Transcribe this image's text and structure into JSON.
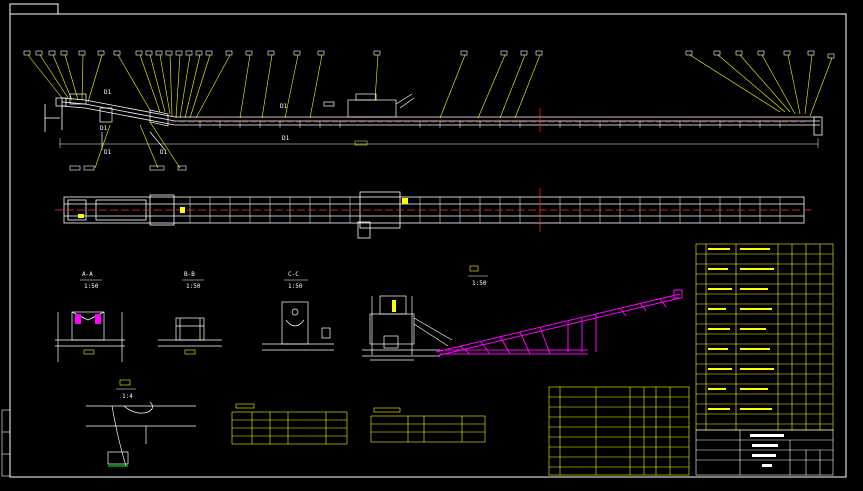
{
  "drawing": {
    "colors": {
      "background": "#000000",
      "frame": "#ffffff",
      "structure": "#ffffff",
      "leader": "#ffff00",
      "centerline": "#ff3030",
      "accent": "#ff00ff",
      "table": "#ffff00",
      "cyan": "#00ffff",
      "green": "#00ff00"
    }
  },
  "sections": {
    "aa": {
      "name": "A-A",
      "scale": "1:50"
    },
    "bb": {
      "name": "B-B",
      "scale": "1:50"
    },
    "cc": {
      "name": "C-C",
      "scale": "1:50"
    },
    "view4": {
      "scale": "1:50"
    },
    "detail": {
      "scale": "1:4"
    }
  },
  "elevation": {
    "dim_labels": [
      "D1",
      "D1",
      "D1",
      "D1",
      "D1",
      "D1"
    ]
  }
}
